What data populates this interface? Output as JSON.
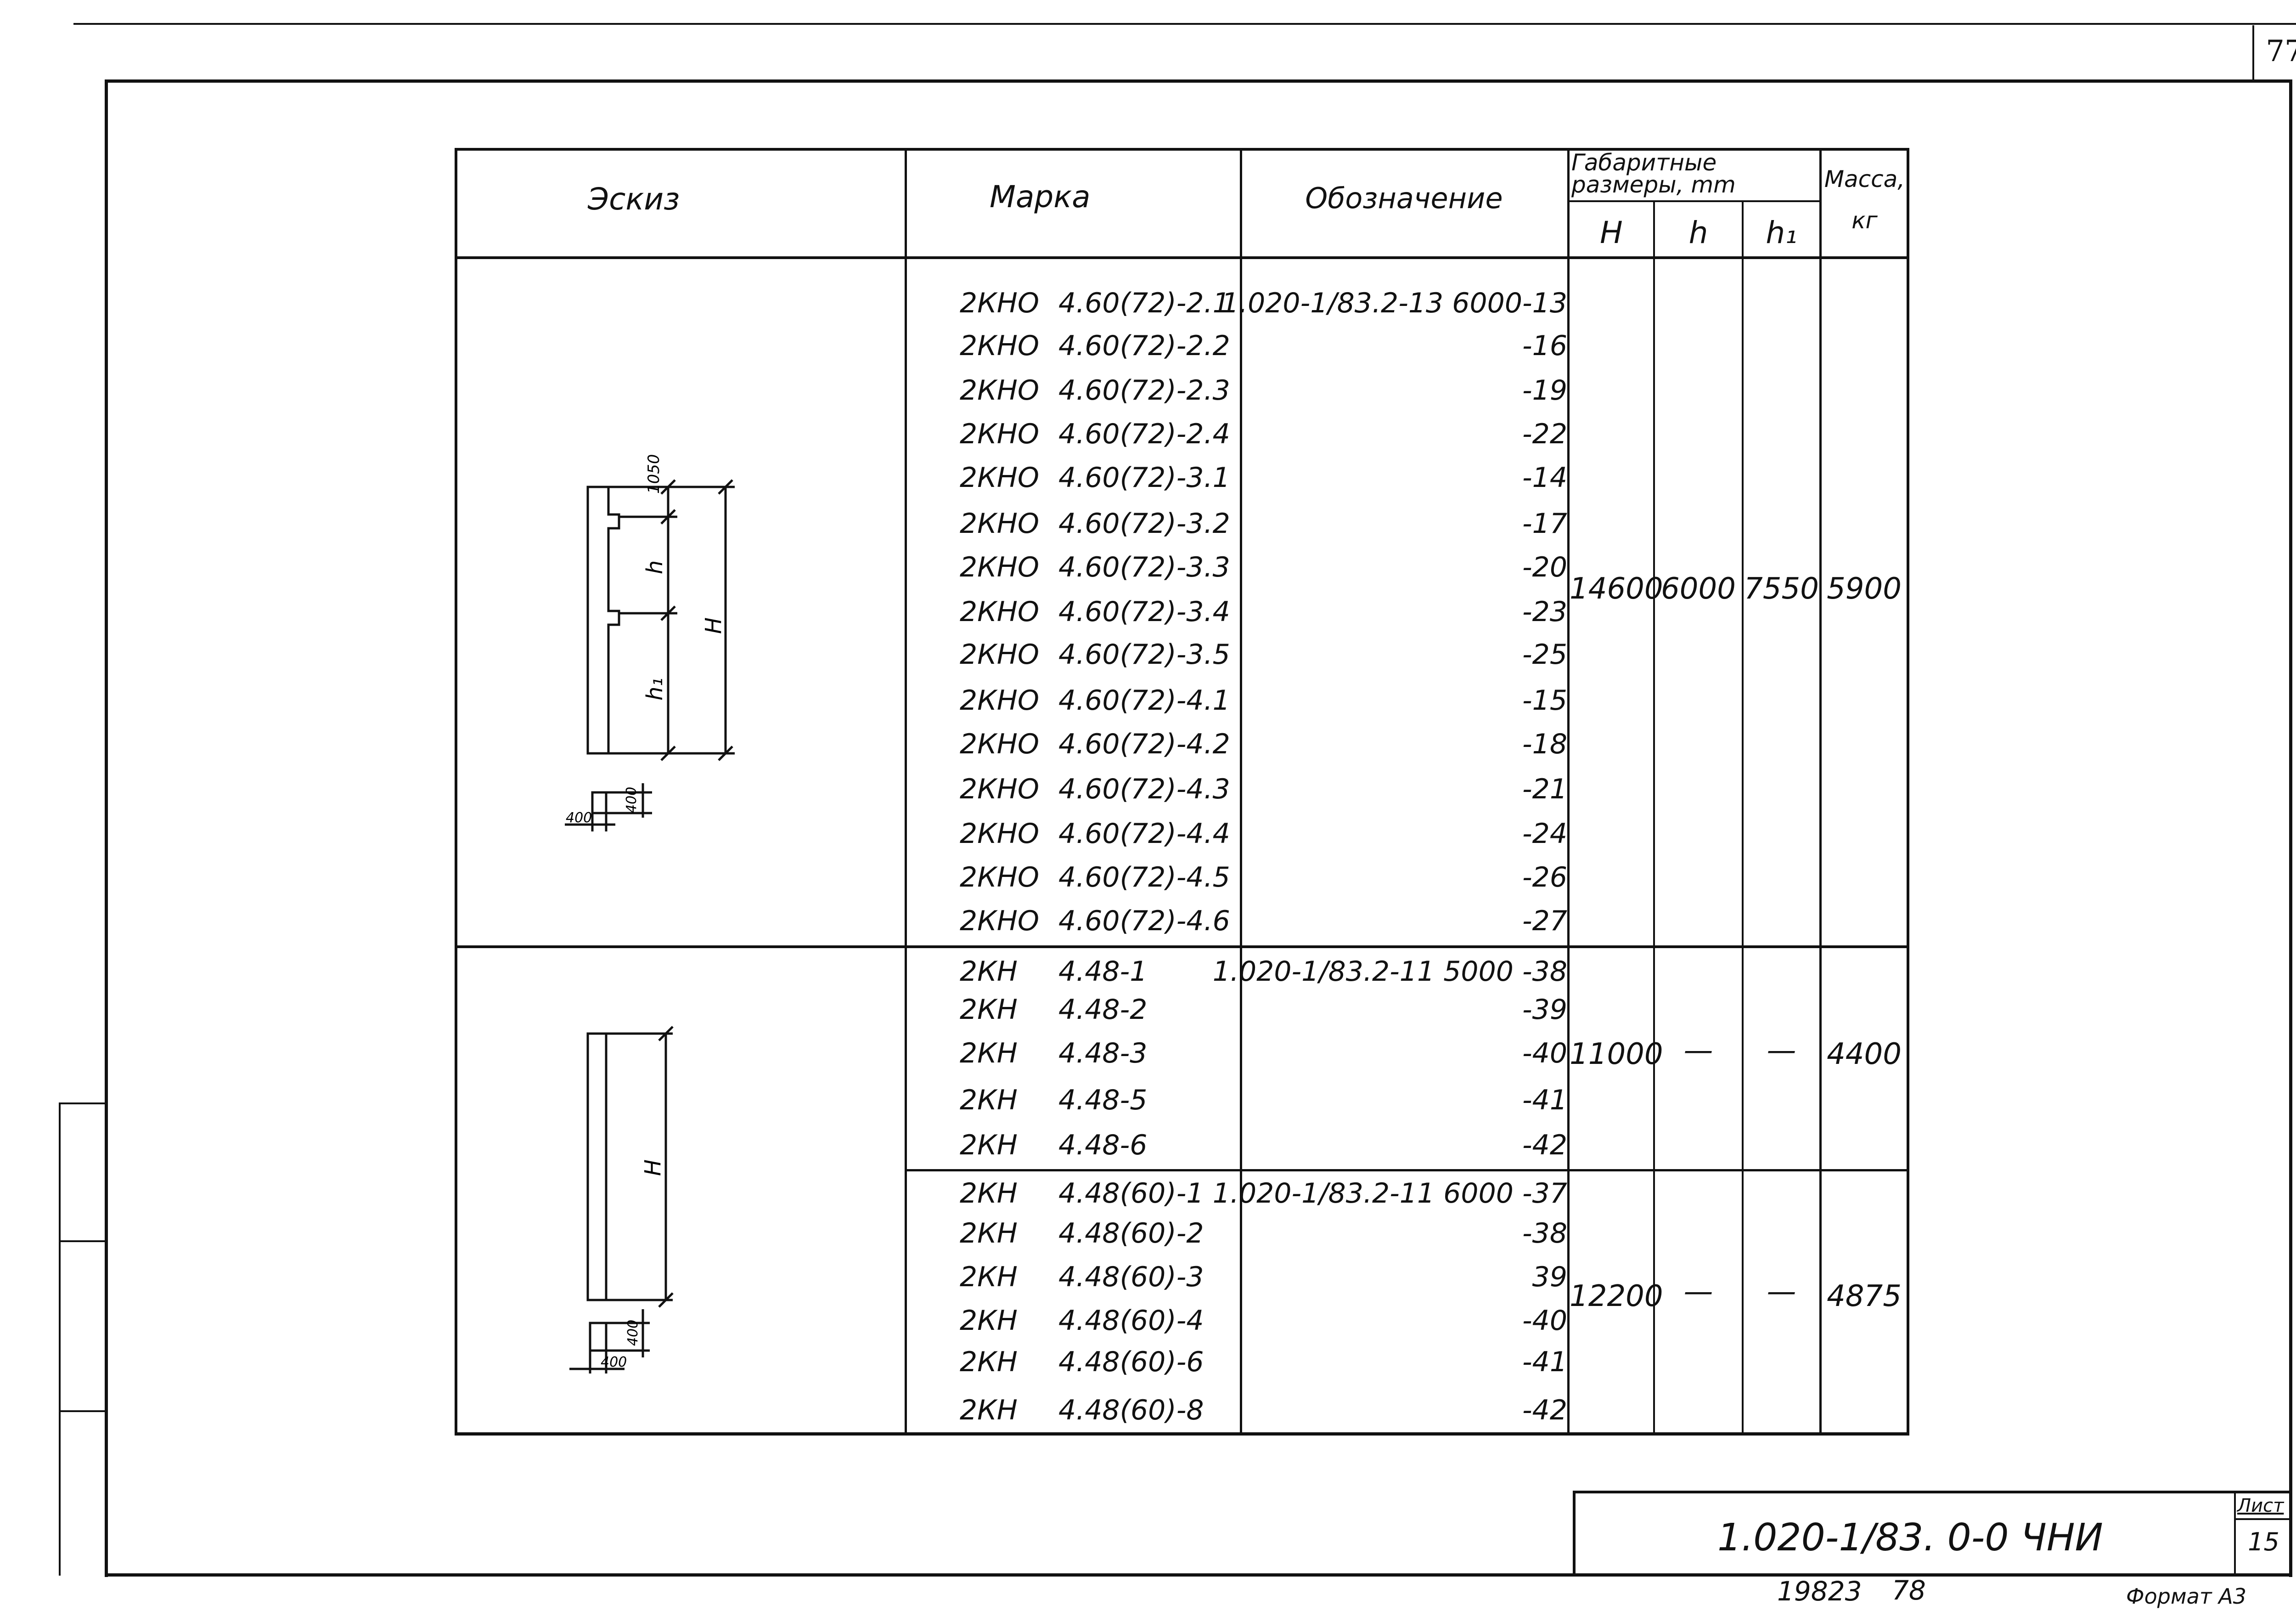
{
  "sheet_number": "77",
  "table": {
    "headers": {
      "sketch": "Эскиз",
      "mark": "Марка",
      "designation": "Обозначение",
      "dimensions": "Габаритные размеры, mm",
      "mass": "Масса, кг",
      "H": "H",
      "h": "h",
      "h1": "h₁"
    },
    "group1": {
      "rows": [
        {
          "mark": "2КНО",
          "variant": "4.60(72)-2.1",
          "designation": "1.020-1/83.2-13 6000-13"
        },
        {
          "mark": "2КНО",
          "variant": "4.60(72)-2.2",
          "designation": "-16"
        },
        {
          "mark": "2КНО",
          "variant": "4.60(72)-2.3",
          "designation": "-19"
        },
        {
          "mark": "2КНО",
          "variant": "4.60(72)-2.4",
          "designation": "-22"
        },
        {
          "mark": "2КНО",
          "variant": "4.60(72)-3.1",
          "designation": "-14"
        },
        {
          "mark": "2КНО",
          "variant": "4.60(72)-3.2",
          "designation": "-17"
        },
        {
          "mark": "2КНО",
          "variant": "4.60(72)-3.3",
          "designation": "-20"
        },
        {
          "mark": "2КНО",
          "variant": "4.60(72)-3.4",
          "designation": "-23"
        },
        {
          "mark": "2КНО",
          "variant": "4.60(72)-3.5",
          "designation": "-25"
        },
        {
          "mark": "2КНО",
          "variant": "4.60(72)-4.1",
          "designation": "-15"
        },
        {
          "mark": "2КНО",
          "variant": "4.60(72)-4.2",
          "designation": "-18"
        },
        {
          "mark": "2КНО",
          "variant": "4.60(72)-4.3",
          "designation": "-21"
        },
        {
          "mark": "2КНО",
          "variant": "4.60(72)-4.4",
          "designation": "-24"
        },
        {
          "mark": "2КНО",
          "variant": "4.60(72)-4.5",
          "designation": "-26"
        },
        {
          "mark": "2КНО",
          "variant": "4.60(72)-4.6",
          "designation": "-27"
        }
      ],
      "H": "14600",
      "h": "6000",
      "h1": "7550",
      "mass": "5900"
    },
    "group2": {
      "rows": [
        {
          "mark": "2КН",
          "variant": "4.48-1",
          "designation": "1.020-1/83.2-11 5000 -38"
        },
        {
          "mark": "2КН",
          "variant": "4.48-2",
          "designation": "-39"
        },
        {
          "mark": "2КН",
          "variant": "4.48-3",
          "designation": "-40"
        },
        {
          "mark": "2КН",
          "variant": "4.48-5",
          "designation": "-41"
        },
        {
          "mark": "2КН",
          "variant": "4.48-6",
          "designation": "-42"
        }
      ],
      "H": "11000",
      "h": "—",
      "h1": "—",
      "mass": "4400"
    },
    "group3": {
      "rows": [
        {
          "mark": "2КН",
          "variant": "4.48(60)-1",
          "designation": "1.020-1/83.2-11 6000 -37"
        },
        {
          "mark": "2КН",
          "variant": "4.48(60)-2",
          "designation": "-38"
        },
        {
          "mark": "2КН",
          "variant": "4.48(60)-3",
          "designation": "39"
        },
        {
          "mark": "2КН",
          "variant": "4.48(60)-4",
          "designation": "-40"
        },
        {
          "mark": "2КН",
          "variant": "4.48(60)-6",
          "designation": "-41"
        },
        {
          "mark": "2КН",
          "variant": "4.48(60)-8",
          "designation": "-42"
        }
      ],
      "H": "12200",
      "h": "—",
      "h1": "—",
      "mass": "4875"
    }
  },
  "sketch_labels": {
    "top_dim": "1050",
    "h": "h",
    "H": "H",
    "h1": "h₁",
    "sec_h": "400",
    "sec_w": "400",
    "H2": "H",
    "sec2_h": "400",
    "sec2_w": "400"
  },
  "title_block": {
    "code": "1.020-1/83. 0-0 ЧНИ",
    "sheet_label": "Лист",
    "sheet": "15"
  },
  "footer": {
    "doc_number": "19823",
    "page": "78",
    "format": "Формат А3"
  }
}
